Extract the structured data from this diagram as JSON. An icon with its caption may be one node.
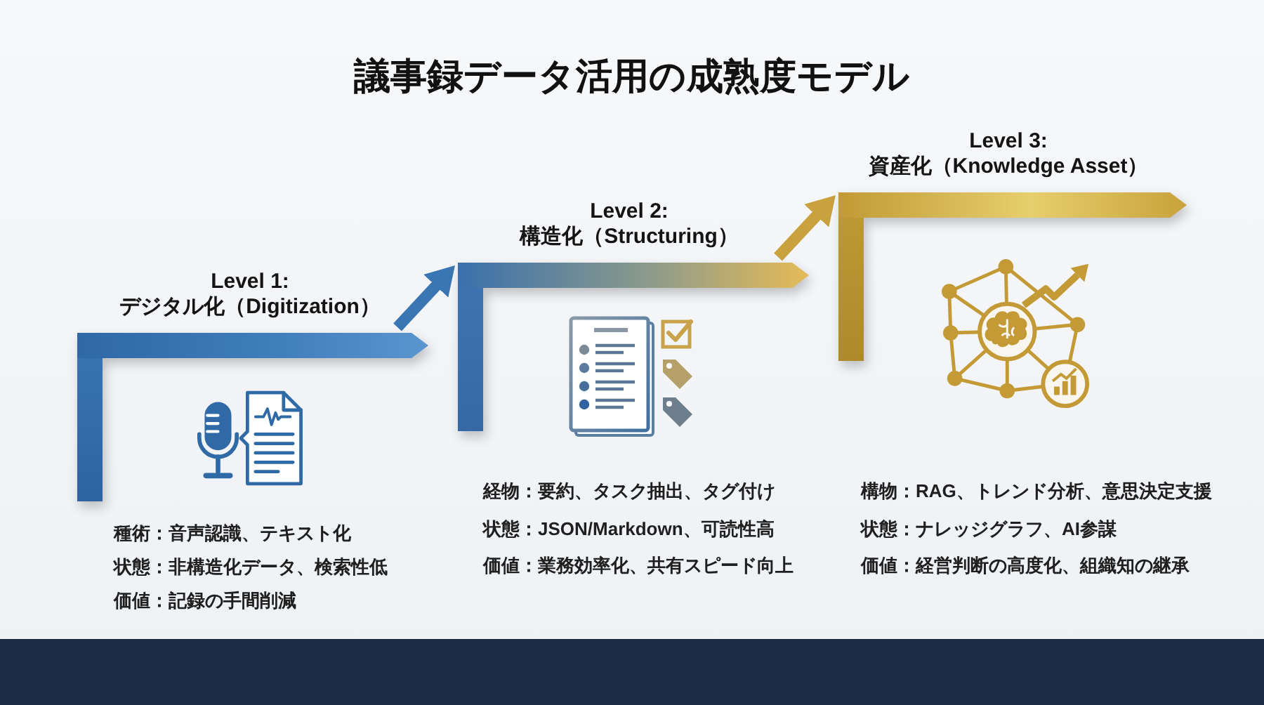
{
  "diagram": {
    "title": "議事録データ活用の成熟度モデル",
    "nodes": [
      {
        "text": [
          "Level 1:",
          "デジタル化（Digitization）",
          "種術：音声認識、テキスト化",
          "状態：非構造化データ、検索性低",
          "価値：記録の手間削減"
        ]
      },
      {
        "text": [
          "Level 2:",
          "構造化（Structuring）",
          "経物：要約、タスク抽出、タグ付け",
          "状態：JSON/Markdown、可読性高",
          "価値：業務効率化、共有スピード向上"
        ]
      },
      {
        "text": [
          "Level 3:",
          "資産化（Knowledge Asset）",
          "構物：RAG、トレンド分析、意思決定支援",
          "状態：ナレッジグラフ、AI参謀",
          "価値：経営判断の高度化、組織知の継承"
        ]
      }
    ],
    "edges": [
      {
        "from": 0,
        "to": 1,
        "arrow": "to",
        "color": "#3a76b4"
      },
      {
        "from": 1,
        "to": 2,
        "arrow": "to",
        "color": "#c9a13e"
      }
    ]
  }
}
